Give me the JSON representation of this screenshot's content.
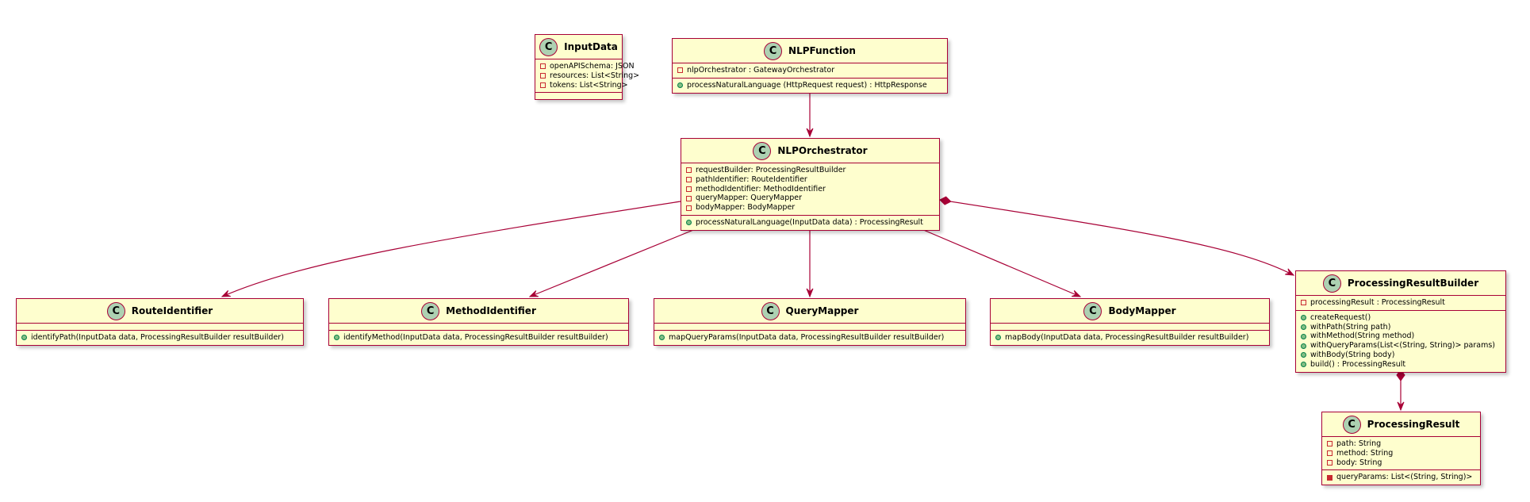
{
  "diagram": {
    "classes": [
      {
        "id": "input-data",
        "name": "InputData",
        "fields": [
          {
            "text": "openAPISchema: JSON",
            "visibility": "private"
          },
          {
            "text": "resources: List<String>",
            "visibility": "private"
          },
          {
            "text": "tokens: List<String>",
            "visibility": "private"
          }
        ],
        "methods": []
      },
      {
        "id": "nlp-function",
        "name": "NLPFunction",
        "fields": [
          {
            "text": "nlpOrchestrator : GatewayOrchestrator",
            "visibility": "private"
          }
        ],
        "methods": [
          {
            "text": "processNaturalLanguage (HttpRequest request) : HttpResponse",
            "visibility": "public"
          }
        ]
      },
      {
        "id": "nlp-orchestrator",
        "name": "NLPOrchestrator",
        "fields": [
          {
            "text": "requestBuilder: ProcessingResultBuilder",
            "visibility": "private"
          },
          {
            "text": "pathIdentifier: RouteIdentifier",
            "visibility": "private"
          },
          {
            "text": "methodIdentifier: MethodIdentifier",
            "visibility": "private"
          },
          {
            "text": "queryMapper: QueryMapper",
            "visibility": "private"
          },
          {
            "text": "bodyMapper: BodyMapper",
            "visibility": "private"
          }
        ],
        "methods": [
          {
            "text": "processNaturalLanguage(InputData data) : ProcessingResult",
            "visibility": "public"
          }
        ]
      },
      {
        "id": "route-identifier",
        "name": "RouteIdentifier",
        "fields": [],
        "methods": [
          {
            "text": "identifyPath(InputData data, ProcessingResultBuilder resultBuilder)",
            "visibility": "public"
          }
        ]
      },
      {
        "id": "method-identifier",
        "name": "MethodIdentifier",
        "fields": [],
        "methods": [
          {
            "text": "identifyMethod(InputData data, ProcessingResultBuilder resultBuilder)",
            "visibility": "public"
          }
        ]
      },
      {
        "id": "query-mapper",
        "name": "QueryMapper",
        "fields": [],
        "methods": [
          {
            "text": "mapQueryParams(InputData data, ProcessingResultBuilder resultBuilder)",
            "visibility": "public"
          }
        ]
      },
      {
        "id": "body-mapper",
        "name": "BodyMapper",
        "fields": [],
        "methods": [
          {
            "text": "mapBody(InputData data, ProcessingResultBuilder resultBuilder)",
            "visibility": "public"
          }
        ]
      },
      {
        "id": "processing-result-builder",
        "name": "ProcessingResultBuilder",
        "fields": [
          {
            "text": "processingResult : ProcessingResult",
            "visibility": "private"
          }
        ],
        "methods": [
          {
            "text": "createRequest()",
            "visibility": "public"
          },
          {
            "text": "withPath(String path)",
            "visibility": "public"
          },
          {
            "text": "withMethod(String method)",
            "visibility": "public"
          },
          {
            "text": "withQueryParams(List<(String, String)> params)",
            "visibility": "public"
          },
          {
            "text": "withBody(String body)",
            "visibility": "public"
          },
          {
            "text": "build() : ProcessingResult",
            "visibility": "public"
          }
        ]
      },
      {
        "id": "processing-result",
        "name": "ProcessingResult",
        "fields": [
          {
            "text": "path: String",
            "visibility": "private"
          },
          {
            "text": "method: String",
            "visibility": "private"
          },
          {
            "text": "body: String",
            "visibility": "private"
          }
        ],
        "methods": [
          {
            "text": "queryParams: List<(String, String)>",
            "visibility": "private-filled"
          }
        ]
      }
    ],
    "relations": [
      {
        "from": "nlp-function",
        "to": "nlp-orchestrator",
        "type": "association"
      },
      {
        "from": "nlp-orchestrator",
        "to": "route-identifier",
        "type": "association"
      },
      {
        "from": "nlp-orchestrator",
        "to": "method-identifier",
        "type": "association"
      },
      {
        "from": "nlp-orchestrator",
        "to": "query-mapper",
        "type": "association"
      },
      {
        "from": "nlp-orchestrator",
        "to": "body-mapper",
        "type": "association"
      },
      {
        "from": "nlp-orchestrator",
        "to": "processing-result-builder",
        "type": "composition"
      },
      {
        "from": "processing-result-builder",
        "to": "processing-result",
        "type": "composition"
      }
    ],
    "colors": {
      "class_fill": "#fefece",
      "border": "#a80036",
      "class_icon": "#add1b2",
      "private_marker": "#c82930",
      "public_marker": "#84be84"
    },
    "class_icon_letter": "C"
  }
}
